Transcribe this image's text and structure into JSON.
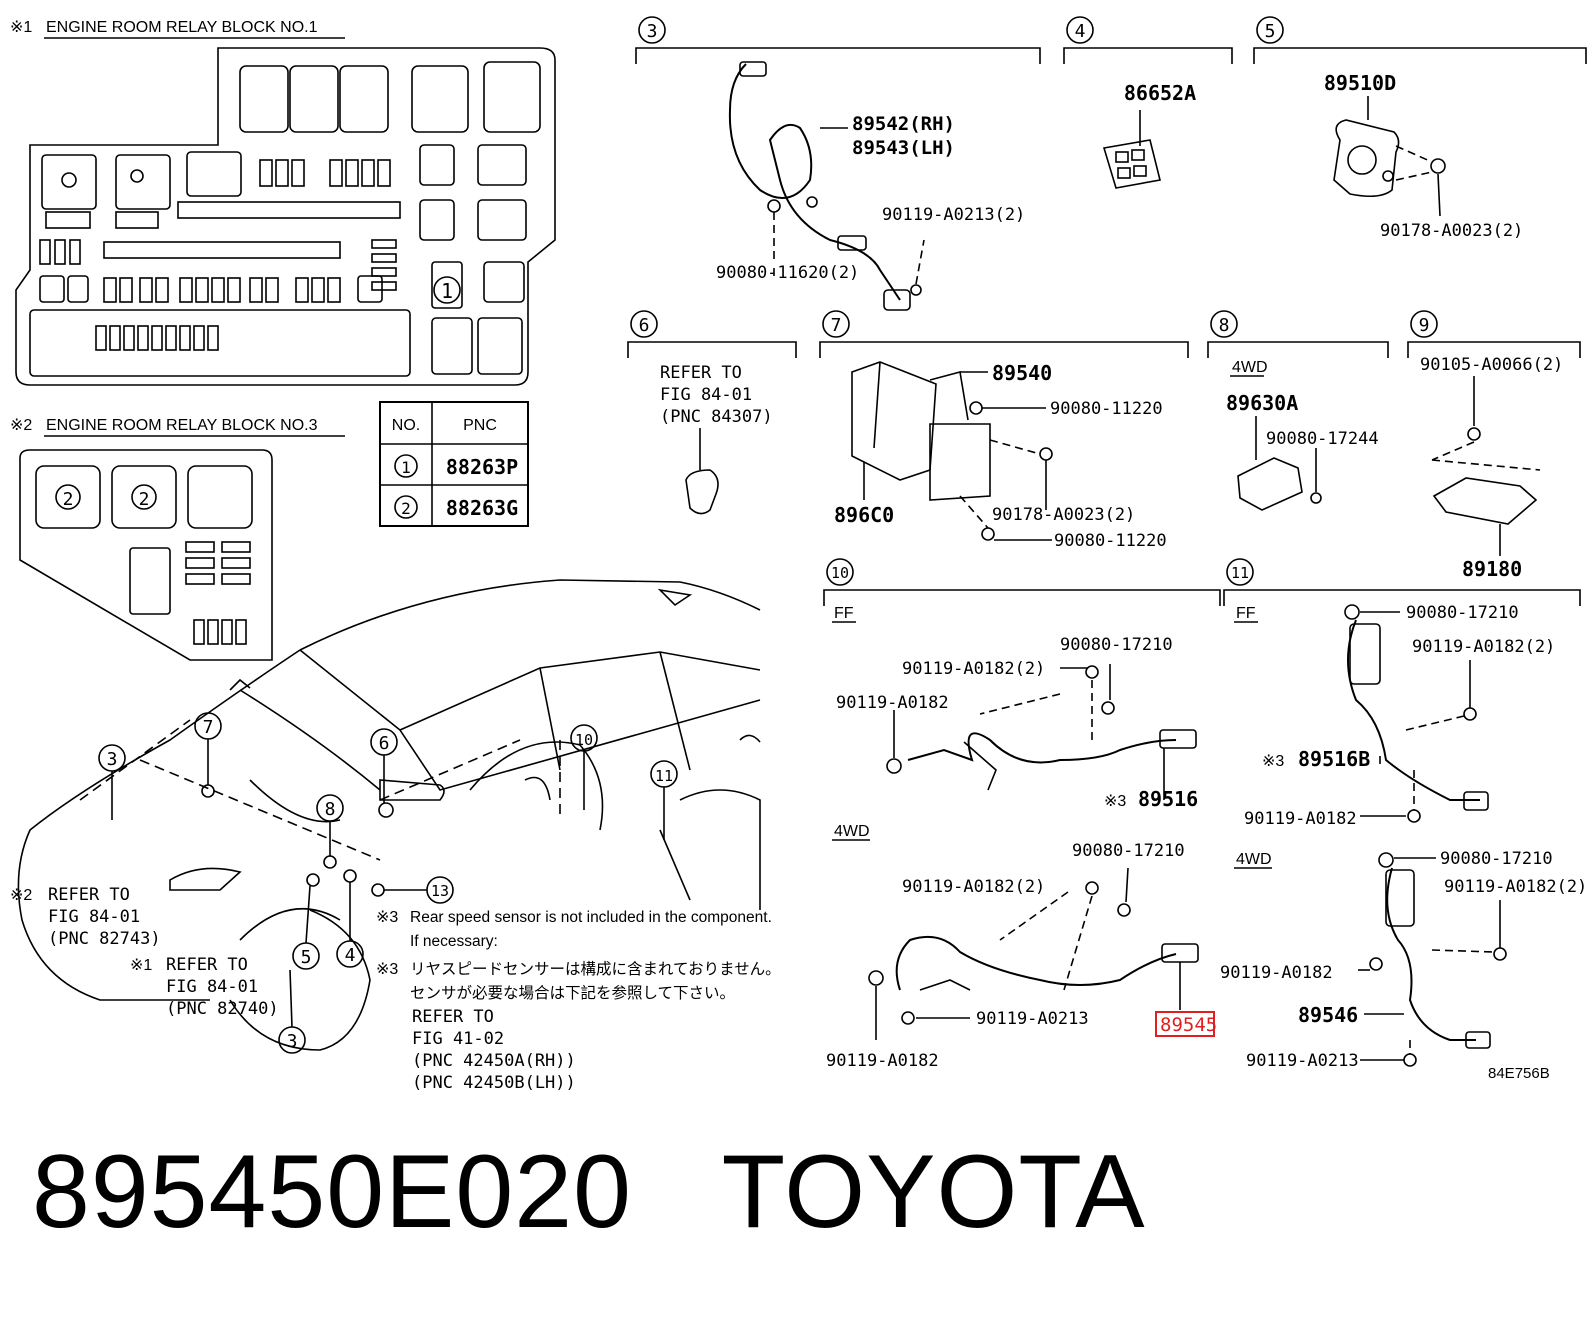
{
  "relay_block_1": {
    "mark": "※1",
    "title": "ENGINE ROOM RELAY BLOCK NO.1",
    "callout": "1"
  },
  "relay_block_3": {
    "mark": "※2",
    "title": "ENGINE ROOM RELAY BLOCK NO.3",
    "callouts": [
      "2",
      "2"
    ]
  },
  "pnc_table": {
    "headers": [
      "NO.",
      "PNC"
    ],
    "rows": [
      {
        "no": "1",
        "pnc": "88263P"
      },
      {
        "no": "2",
        "pnc": "88263G"
      }
    ]
  },
  "vehicle": {
    "callouts": [
      "3",
      "7",
      "6",
      "10",
      "11",
      "8",
      "5",
      "4",
      "3",
      "13"
    ],
    "ref_82743": {
      "mark": "※2",
      "lines": [
        "REFER TO",
        "FIG 84-01",
        "(PNC 82743)"
      ]
    },
    "ref_82740": {
      "mark": "※1",
      "lines": [
        "REFER TO",
        "FIG 84-01",
        "(PNC 82740)"
      ]
    }
  },
  "note": {
    "mark": "※3",
    "en_line1": "Rear speed sensor is not included in the component.",
    "en_line2": "If necessary:",
    "jp_line1": "リヤスピードセンサーは構成に含まれておりません。",
    "jp_line2": "センサが必要な場合は下記を参照して下さい。",
    "refer": [
      "REFER TO",
      "FIG 41-02",
      "(PNC 42450A(RH))",
      "(PNC 42450B(LH))"
    ]
  },
  "sections": {
    "s3": {
      "num": "3",
      "parts": [
        "89542(RH)",
        "89543(LH)",
        "90119-A0213(2)",
        "90080-11620(2)"
      ]
    },
    "s4": {
      "num": "4",
      "parts": [
        "86652A"
      ]
    },
    "s5": {
      "num": "5",
      "parts": [
        "89510D",
        "90178-A0023(2)"
      ]
    },
    "s6": {
      "num": "6",
      "refer": [
        "REFER TO",
        "FIG 84-01",
        "(PNC 84307)"
      ]
    },
    "s7": {
      "num": "7",
      "parts": [
        "89540",
        "90080-11220",
        "896C0",
        "90178-A0023(2)",
        "90080-11220"
      ]
    },
    "s8": {
      "num": "8",
      "variant": "4WD",
      "parts": [
        "89630A",
        "90080-17244"
      ]
    },
    "s9": {
      "num": "9",
      "parts": [
        "90105-A0066(2)",
        "89180"
      ]
    },
    "s10": {
      "num": "10",
      "ff": {
        "label": "FF",
        "parts": [
          "90080-17210",
          "90119-A0182(2)",
          "90119-A0182",
          "89516"
        ],
        "mark": "※3"
      },
      "awd": {
        "label": "4WD",
        "parts": [
          "90080-17210",
          "90119-A0182(2)",
          "90119-A0182",
          "90119-A0213",
          "89545"
        ]
      }
    },
    "s11": {
      "num": "11",
      "ff": {
        "label": "FF",
        "parts": [
          "90080-17210",
          "90119-A0182(2)",
          "89516B",
          "90119-A0182"
        ],
        "mark": "※3"
      },
      "awd": {
        "label": "4WD",
        "parts": [
          "90080-17210",
          "90119-A0182(2)",
          "90119-A0182",
          "89546",
          "90119-A0213"
        ]
      }
    }
  },
  "drawing_code": "84E756B",
  "highlight_color": "#e02020",
  "footer": {
    "part_number": "895450E020",
    "brand": "TOYOTA"
  }
}
